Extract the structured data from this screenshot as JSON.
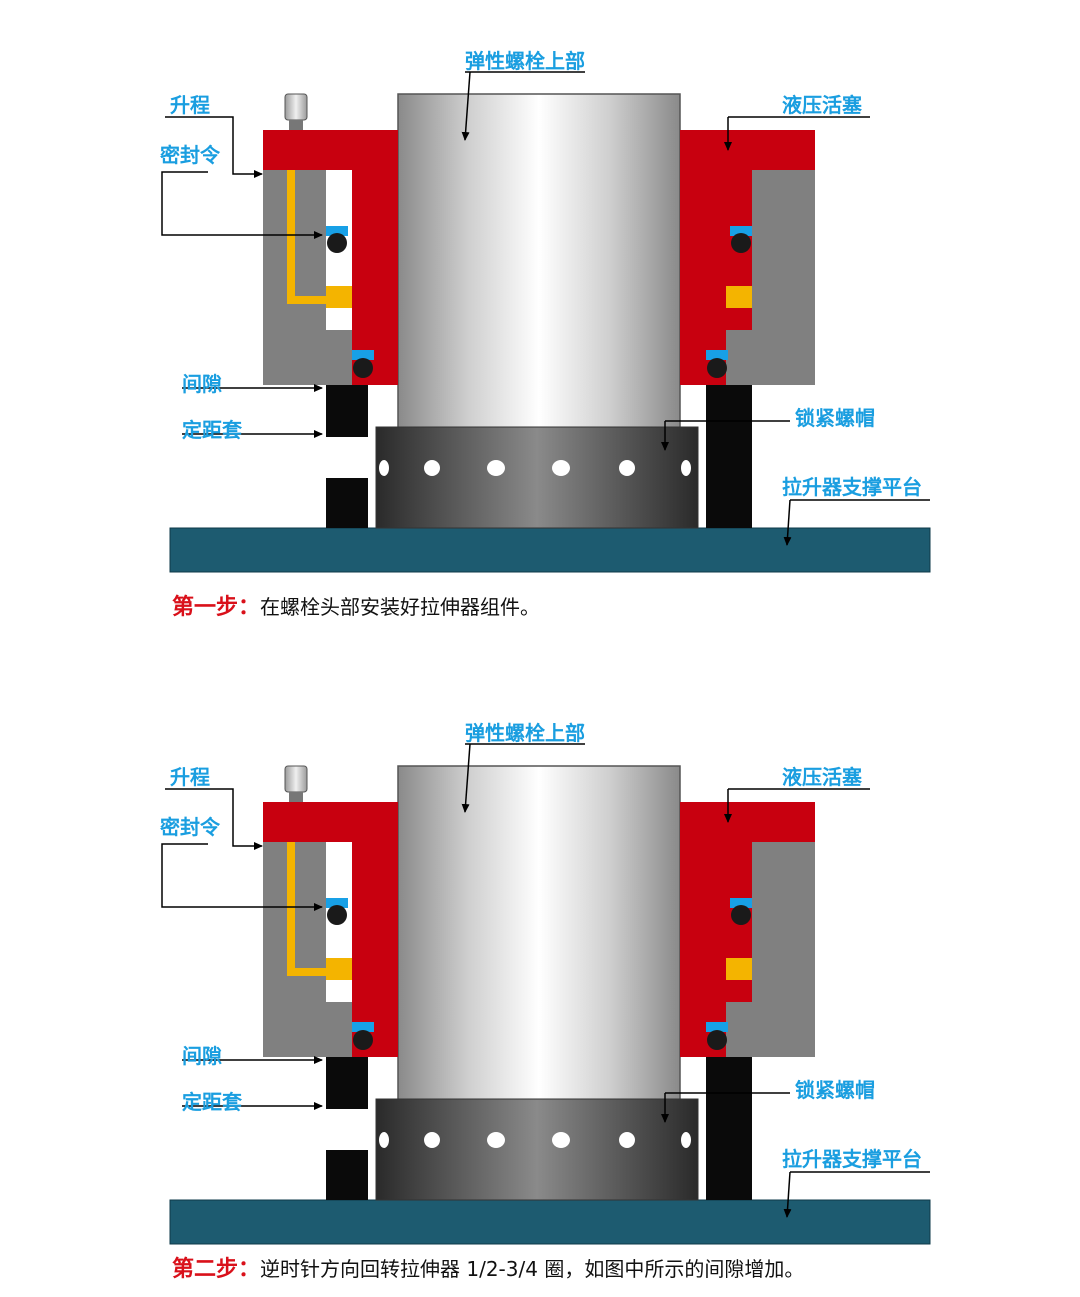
{
  "panels": [
    {
      "labels": {
        "bolt_top": "弹性螺栓上部",
        "stroke": "升程",
        "seal": "密封令",
        "hydraulic_piston": "液压活塞",
        "gap": "间隙",
        "spacer": "定距套",
        "lock_nut": "锁紧螺帽",
        "support_platform": "拉升器支撑平台"
      },
      "caption": {
        "step": "第一步：",
        "text": "在螺栓头部安装好拉伸器组件。"
      }
    },
    {
      "labels": {
        "bolt_top": "弹性螺栓上部",
        "stroke": "升程",
        "seal": "密封令",
        "hydraulic_piston": "液压活塞",
        "gap": "间隙",
        "spacer": "定距套",
        "lock_nut": "锁紧螺帽",
        "support_platform": "拉升器支撑平台"
      },
      "caption": {
        "step": "第二步：",
        "text": "逆时针方向回转拉伸器 1/2-3/4 圈，如图中所示的间隙增加。"
      }
    }
  ],
  "colors": {
    "label_blue": "#1a9ee0",
    "piston_red": "#c8000f",
    "cylinder_gray": "#808080",
    "platform_teal": "#1d5b70",
    "oil_yellow": "#f4b400",
    "seal_blue": "#18a0e6",
    "spacer_black": "#0a0a0a"
  }
}
